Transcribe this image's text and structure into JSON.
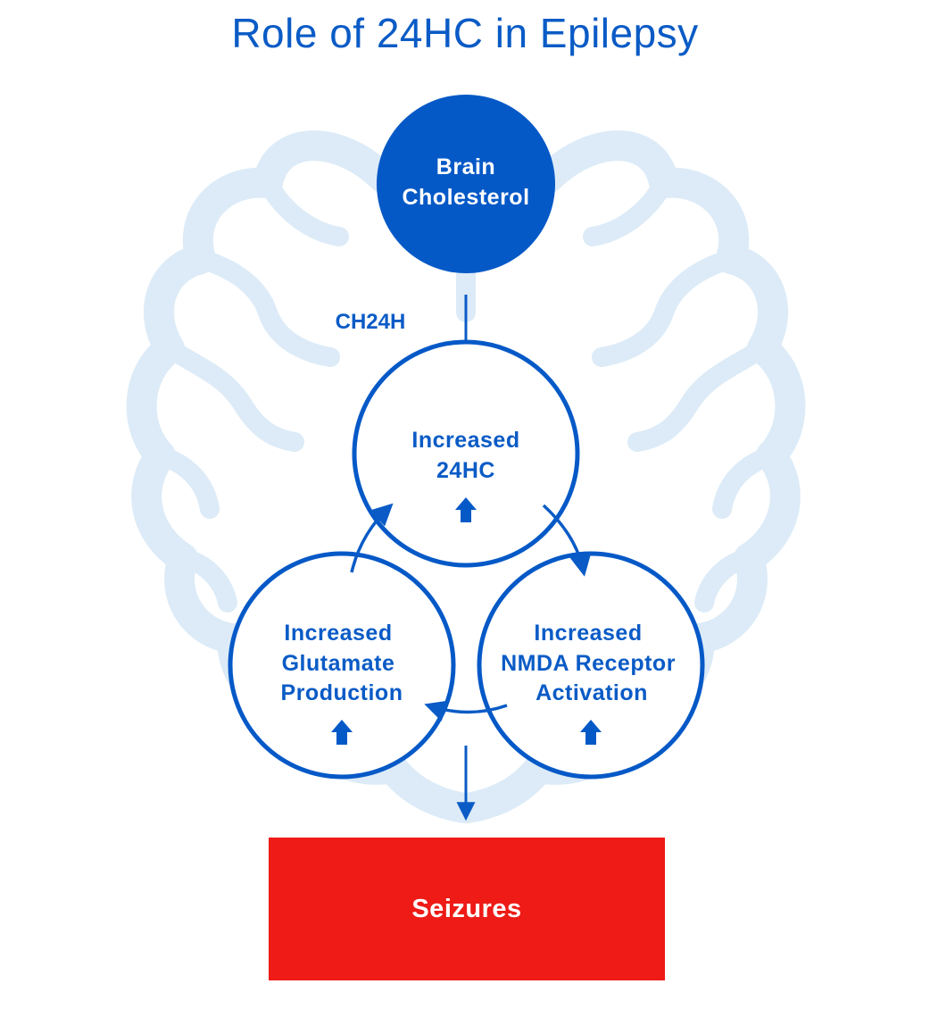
{
  "title": "Role of 24HC in Epilepsy",
  "colors": {
    "primary_blue": "#0a5bc6",
    "circle_fill": "#0559c7",
    "brain_outline": "#dcebf7",
    "seizures_red": "#ee1b16"
  },
  "nodes": {
    "brain_cholesterol": {
      "line1": "Brain",
      "line2": "Cholesterol"
    },
    "increased_24hc": {
      "line1": "Increased",
      "line2": "24HC"
    },
    "glutamate": {
      "line1": "Increased",
      "line2": "Glutamate",
      "line3": "Production"
    },
    "nmda": {
      "line1": "Increased",
      "line2": "NMDA Receptor",
      "line3": "Activation"
    },
    "seizures": {
      "label": "Seizures"
    }
  },
  "edge_labels": {
    "enzyme": "CH24H"
  },
  "icons": {
    "increase": "up-arrow-icon",
    "background": "brain-outline-icon"
  }
}
